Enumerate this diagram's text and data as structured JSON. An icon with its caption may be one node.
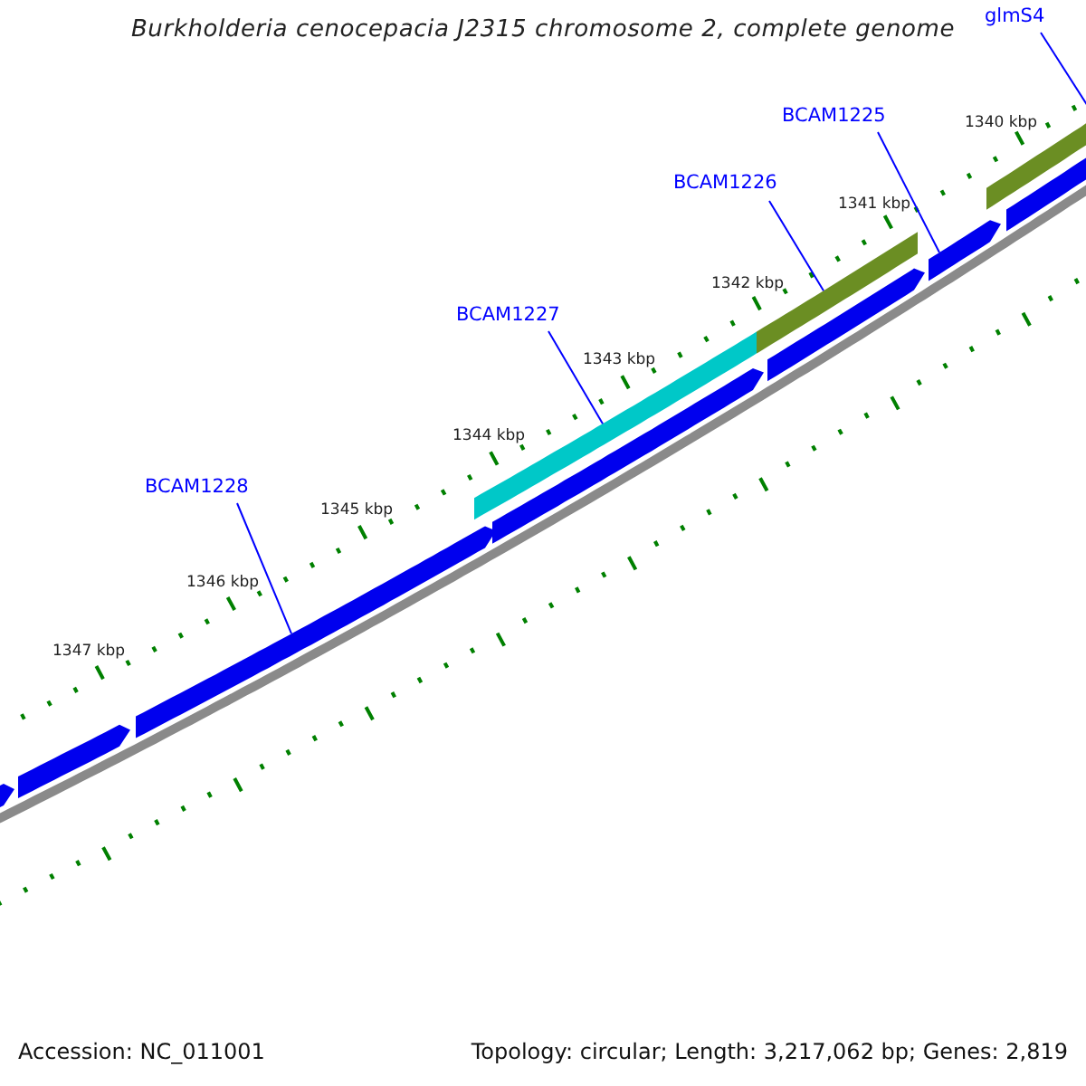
{
  "diagram": {
    "title": "Burkholderia cenocepacia J2315 chromosome 2, complete genome",
    "nodes": [
      {
        "text": [
          "glmS4"
        ]
      },
      {
        "text": [
          "BCAM1225"
        ]
      },
      {
        "text": [
          "BCAM1226"
        ]
      },
      {
        "text": [
          "BCAM1227"
        ]
      },
      {
        "text": [
          "BCAM1228"
        ]
      },
      {
        "text": [],
        "shape": "bar"
      },
      {
        "text": [],
        "shape": "bar"
      },
      {
        "text": [],
        "shape": "bar"
      },
      {
        "text": [],
        "shape": "bar"
      },
      {
        "text": [],
        "shape": "bar"
      },
      {
        "text": [],
        "shape": "bar"
      },
      {
        "text": [],
        "shape": "bar"
      },
      {
        "text": [],
        "shape": "bar"
      },
      {
        "text": [],
        "shape": "bar"
      },
      {
        "text": [],
        "shape": "bar"
      }
    ],
    "edges": [
      {
        "from": 0,
        "to": 13,
        "arrow": "none"
      },
      {
        "from": 1,
        "to": 12,
        "arrow": "none"
      },
      {
        "from": 2,
        "to": 10,
        "arrow": "none"
      },
      {
        "from": 3,
        "to": 8,
        "arrow": "none"
      },
      {
        "from": 4,
        "to": 7,
        "arrow": "none"
      }
    ],
    "labels": [
      "1340 kbp",
      "1341 kbp",
      "1342 kbp",
      "1343 kbp",
      "1344 kbp",
      "1345 kbp",
      "1346 kbp",
      "1347 kbp",
      "Accession: NC_011001",
      "Topology: circular; Length: 3,217,062 bp; Genes: 2,819"
    ]
  }
}
